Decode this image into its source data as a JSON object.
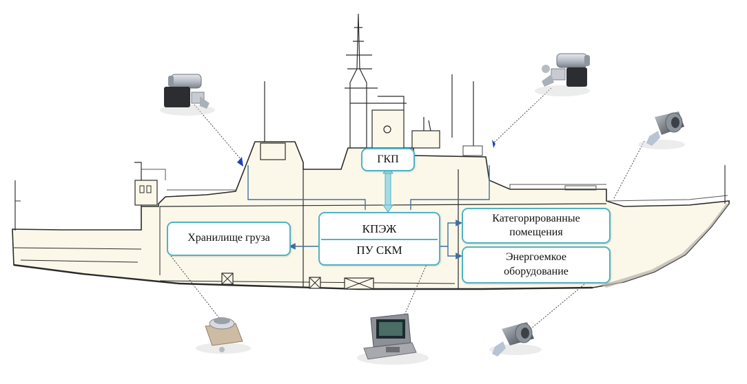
{
  "labels": {
    "gkp": "ГКП",
    "kpezh": "КПЭЖ",
    "pu_skm": "ПУ СКМ",
    "cargo": "Хранилище груза",
    "categorized_1": "Категорированные",
    "categorized_2": "помещения",
    "energy_1": "Энергоемкое",
    "energy_2": "оборудование"
  },
  "colors": {
    "box_border": "#4fb3c4",
    "connector": "#3f6fa0",
    "hull_fill": "#fbf8ea",
    "hull_stroke": "#2a2a2a",
    "sensor_mark": "#1f3fbf"
  },
  "icons": [
    "camera-icon",
    "camera-icon",
    "camera-icon",
    "camera-icon",
    "sensor-icon",
    "console-icon",
    "marker-icon"
  ]
}
